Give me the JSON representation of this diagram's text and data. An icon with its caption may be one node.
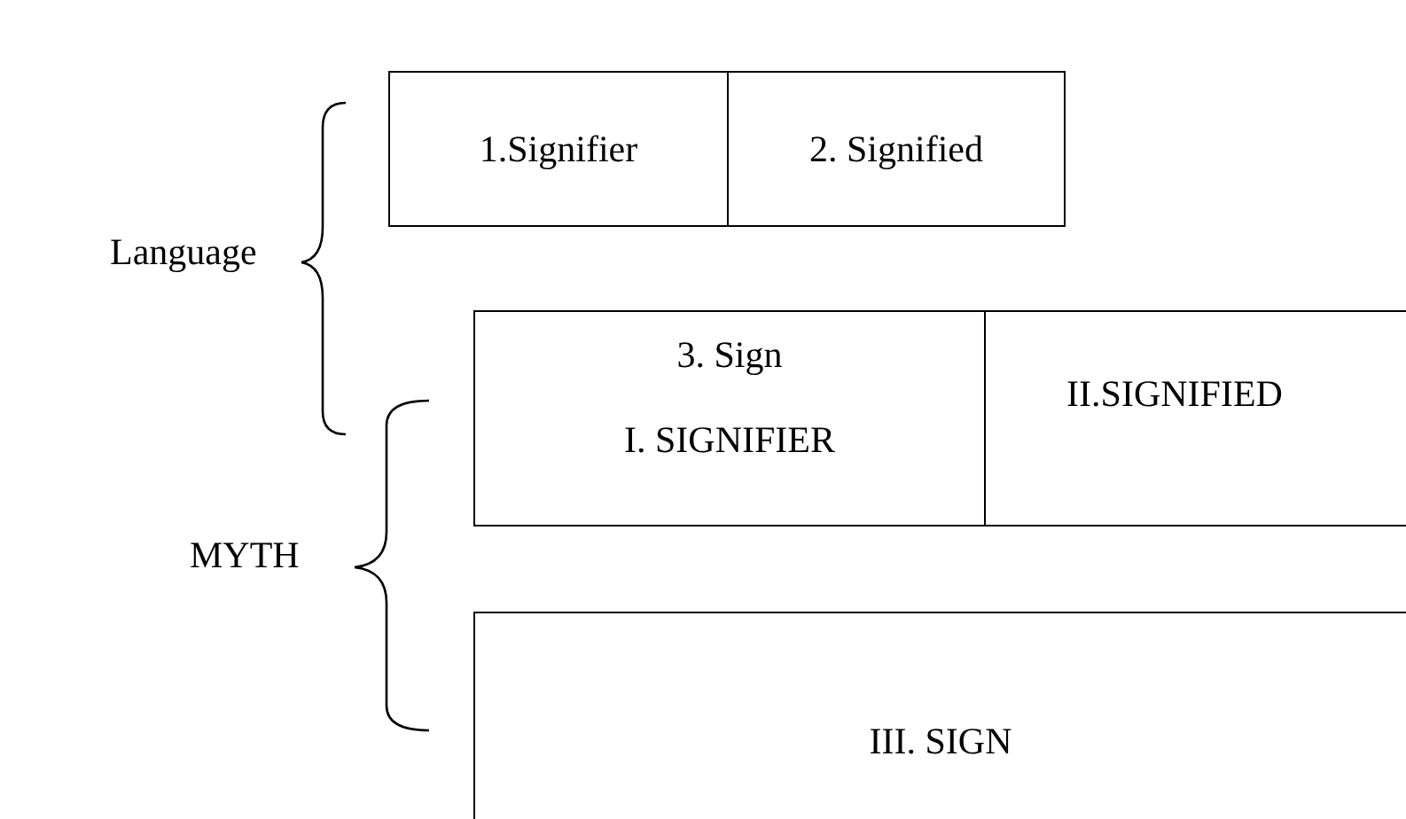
{
  "diagram": {
    "nodes": [
      {
        "text": [
          "1.Signifier"
        ]
      },
      {
        "text": [
          "2. Signified"
        ]
      },
      {
        "text": [
          "3. Sign",
          "I.  SIGNIFIER"
        ]
      },
      {
        "text": [
          "II.SIGNIFIED"
        ]
      },
      {
        "text": [
          "III. SIGN"
        ]
      }
    ],
    "labels": [
      "Language",
      "MYTH"
    ]
  }
}
